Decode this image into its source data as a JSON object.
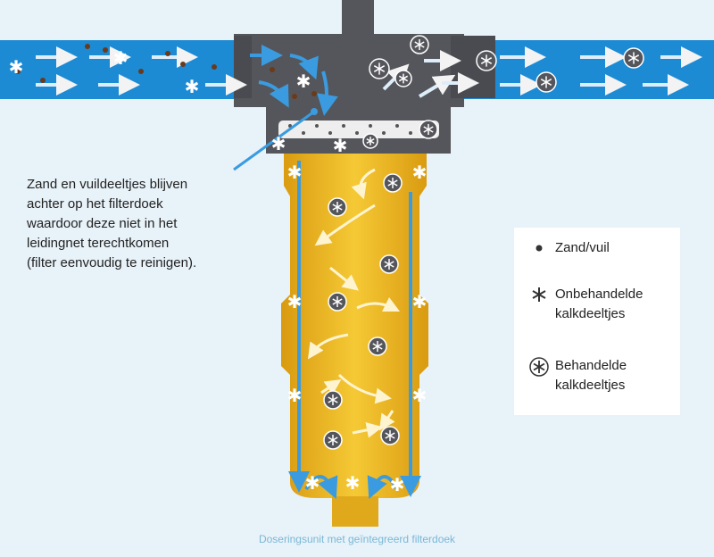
{
  "annotation": {
    "lines": [
      "Zand en vuildeeltjes blijven",
      "achter op het filterdoek",
      "waardoor deze niet in het",
      "leidingnet terechtkomen",
      "(filter eenvoudig te reinigen)."
    ]
  },
  "legend": {
    "items": [
      {
        "icon": "dot-icon",
        "lines": [
          "Zand/vuil"
        ]
      },
      {
        "icon": "asterisk-icon",
        "lines": [
          "Onbehandelde",
          "kalkdeeltjes"
        ]
      },
      {
        "icon": "circled-asterisk-icon",
        "lines": [
          "Behandelde",
          "kalkdeeltjes"
        ]
      }
    ]
  },
  "caption": "Doseringsunit met geïntegreerd filterdoek",
  "colors": {
    "pipe": "#1d8ad4",
    "head": "#55565b",
    "bowl": "#e8b21c",
    "arrow_blue": "#3a9be0",
    "arrow_white": "#f0f0f0",
    "caption": "#7ab8d6"
  }
}
